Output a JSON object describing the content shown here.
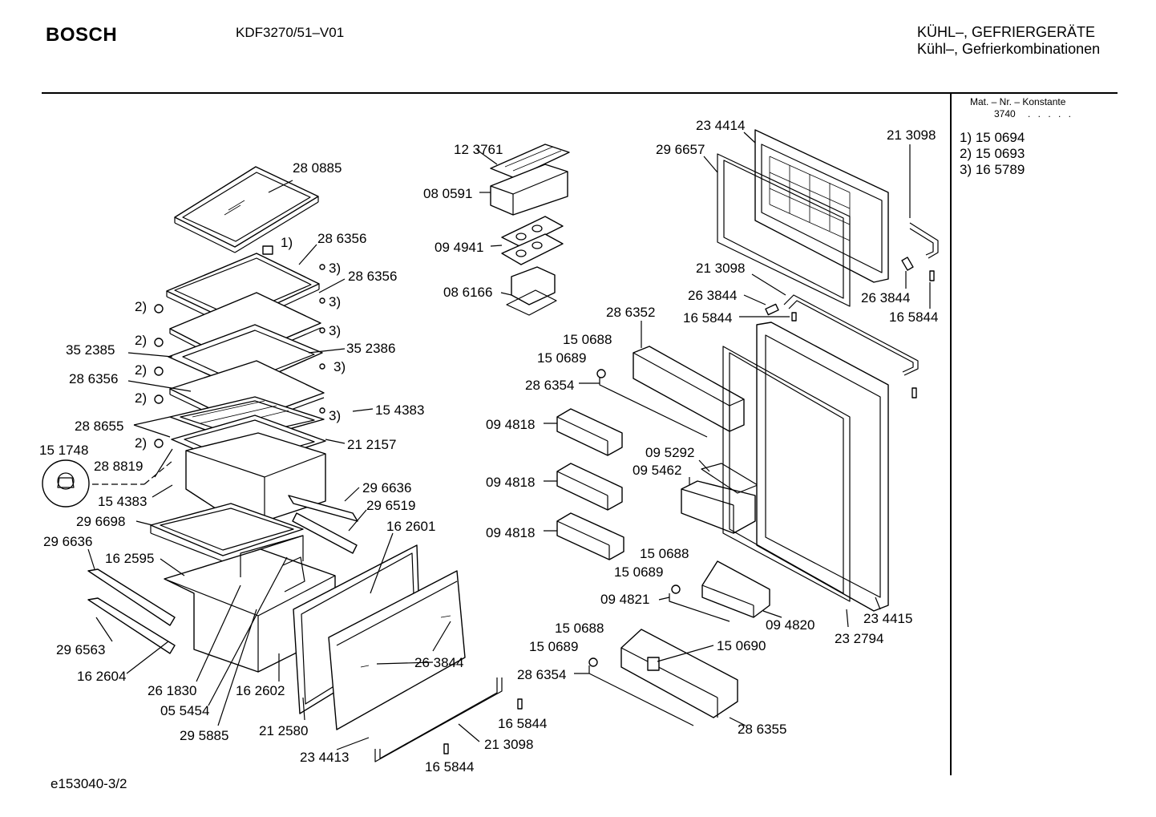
{
  "header": {
    "brand": "BOSCH",
    "model": "KDF3270/51–V01",
    "category_line1": "KÜHL–, GEFRIERGERÄTE",
    "category_line2": "Kühl–, Gefrierkombinationen"
  },
  "sidebar": {
    "konstante_title": "Mat. – Nr. – Konstante",
    "konstante_value": "3740",
    "konstante_dots": ". . . . .",
    "variants": [
      "1)  15 0694",
      "2)  15 0693",
      "3)  16 5789"
    ]
  },
  "footer": {
    "drawing_id": "e153040-3/2"
  },
  "diagram": {
    "part_labels": [
      "28 0885",
      "28 6356",
      "28 6356",
      "35 2385",
      "35 2386",
      "28 6356",
      "15 4383",
      "28 8655",
      "21 2157",
      "15 1748",
      "28 8819",
      "15 4383",
      "29 6636",
      "29 6519",
      "29 6698",
      "29 6636",
      "16 2601",
      "16 2595",
      "29 6563",
      "16 2604",
      "26 1830",
      "05 5454",
      "29 5885",
      "16 2602",
      "21 2580",
      "23 4413",
      "26 3844",
      "16 5844",
      "21 3098",
      "16 5844",
      "12 3761",
      "08 0591",
      "09 4941",
      "08 6166",
      "23 4414",
      "29 6657",
      "21 3098",
      "21 3098",
      "26 3844",
      "26 3844",
      "16 5844",
      "16 5844",
      "28 6352",
      "15 0688",
      "15 0689",
      "28 6354",
      "09 4818",
      "09 4818",
      "09 4818",
      "09 5292",
      "09 5462",
      "15 0688",
      "15 0689",
      "09 4821",
      "09 4820",
      "23 4415",
      "23 2794",
      "15 0688",
      "15 0689",
      "15 0690",
      "28 6354",
      "28 6355"
    ],
    "variant_marks": [
      "1)",
      "2)",
      "2)",
      "2)",
      "2)",
      "2)",
      "3)",
      "3)",
      "3)",
      "3)",
      "3)"
    ]
  }
}
